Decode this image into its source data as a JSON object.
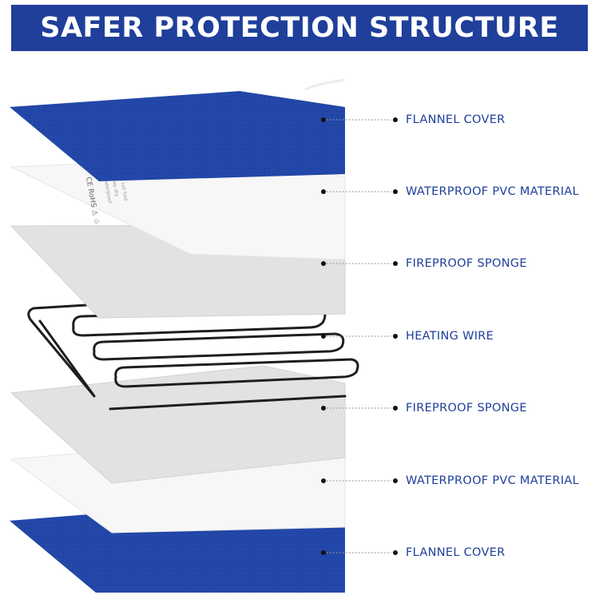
{
  "header": {
    "title": "SAFER PROTECTION STRUCTURE"
  },
  "layers": [
    {
      "label": "FLANNEL COVER",
      "material": "flannel",
      "color": "#2347a8"
    },
    {
      "label": "WATERPROOF PVC MATERIAL",
      "material": "pvc",
      "color": "#f7f7f7"
    },
    {
      "label": "FIREPROOF SPONGE",
      "material": "sponge",
      "color": "#e2e2e2"
    },
    {
      "label": "HEATING WIRE",
      "material": "wire",
      "color": "#222222"
    },
    {
      "label": "FIREPROOF SPONGE",
      "material": "sponge",
      "color": "#e2e2e2"
    },
    {
      "label": "WATERPROOF PVC MATERIAL",
      "material": "pvc",
      "color": "#f7f7f7"
    },
    {
      "label": "FLANNEL COVER",
      "material": "flannel",
      "color": "#2347a8"
    }
  ],
  "colors": {
    "banner": "#1f3f9a",
    "label_text": "#1f3f9a",
    "connector": "#9a9a9a",
    "dot": "#111111"
  },
  "pvc_tag_text": [
    "CE  RoHS  ⚠  ♲",
    "Waterproof",
    "Keep dry",
    "Do not fold"
  ]
}
